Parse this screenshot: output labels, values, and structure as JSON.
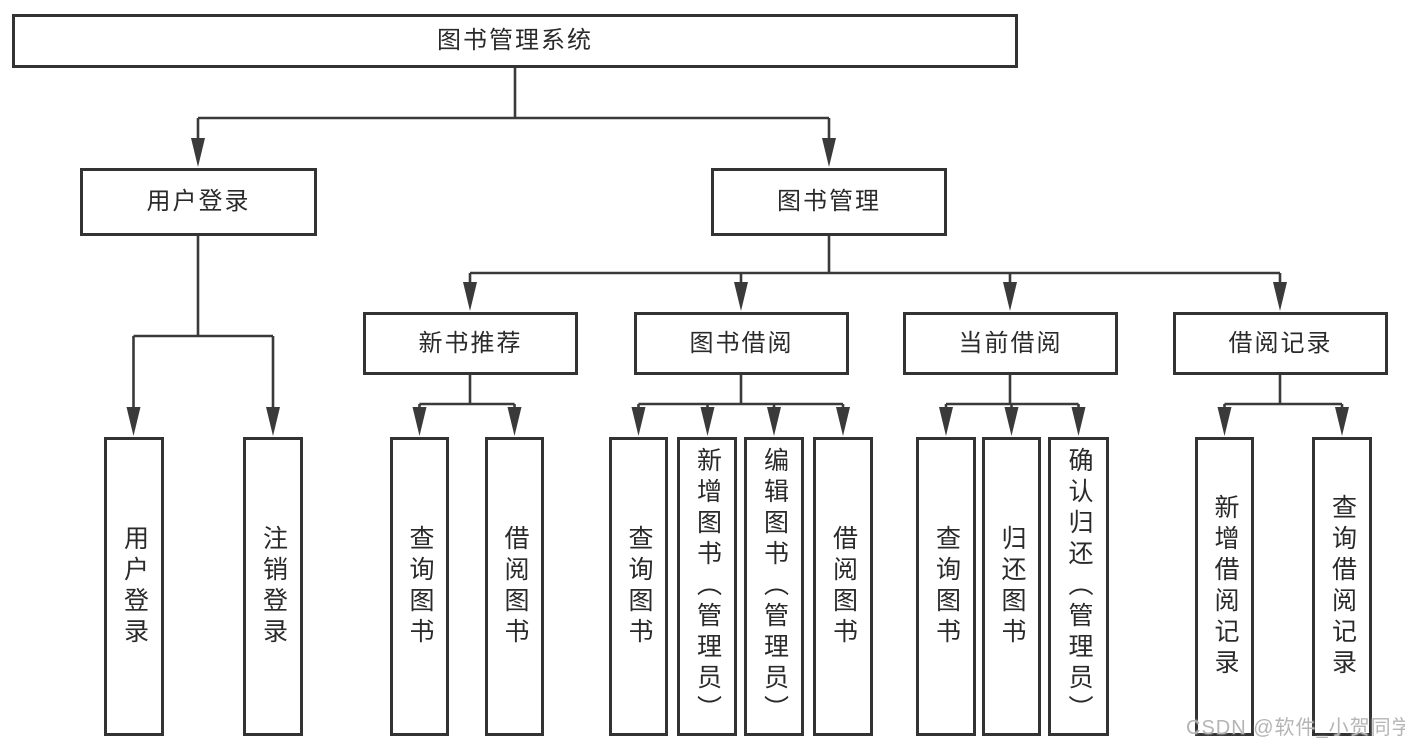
{
  "title": "图书管理系统",
  "tree": {
    "root": {
      "label": "图书管理系统",
      "children": [
        {
          "label": "用户登录",
          "children": [
            {
              "label": "用户登录"
            },
            {
              "label": "注销登录"
            }
          ]
        },
        {
          "label": "图书管理",
          "children": [
            {
              "label": "新书推荐",
              "children": [
                {
                  "label": "查询图书"
                },
                {
                  "label": "借阅图书"
                }
              ]
            },
            {
              "label": "图书借阅",
              "children": [
                {
                  "label": "查询图书"
                },
                {
                  "label": "新增图书（管理员）"
                },
                {
                  "label": "编辑图书（管理员）"
                },
                {
                  "label": "借阅图书"
                }
              ]
            },
            {
              "label": "当前借阅",
              "children": [
                {
                  "label": "查询图书"
                },
                {
                  "label": "归还图书"
                },
                {
                  "label": "确认归还（管理员）"
                }
              ]
            },
            {
              "label": "借阅记录",
              "children": [
                {
                  "label": "新增借阅记录"
                },
                {
                  "label": "查询借阅记录"
                }
              ]
            }
          ]
        }
      ]
    }
  },
  "watermark": "CSDN @软件_小贺同学",
  "colors": {
    "line": "#3a3a3a",
    "box_border": "#333333",
    "text": "#2a2a2a",
    "watermark": "#b5b5b5",
    "background": "#ffffff"
  }
}
